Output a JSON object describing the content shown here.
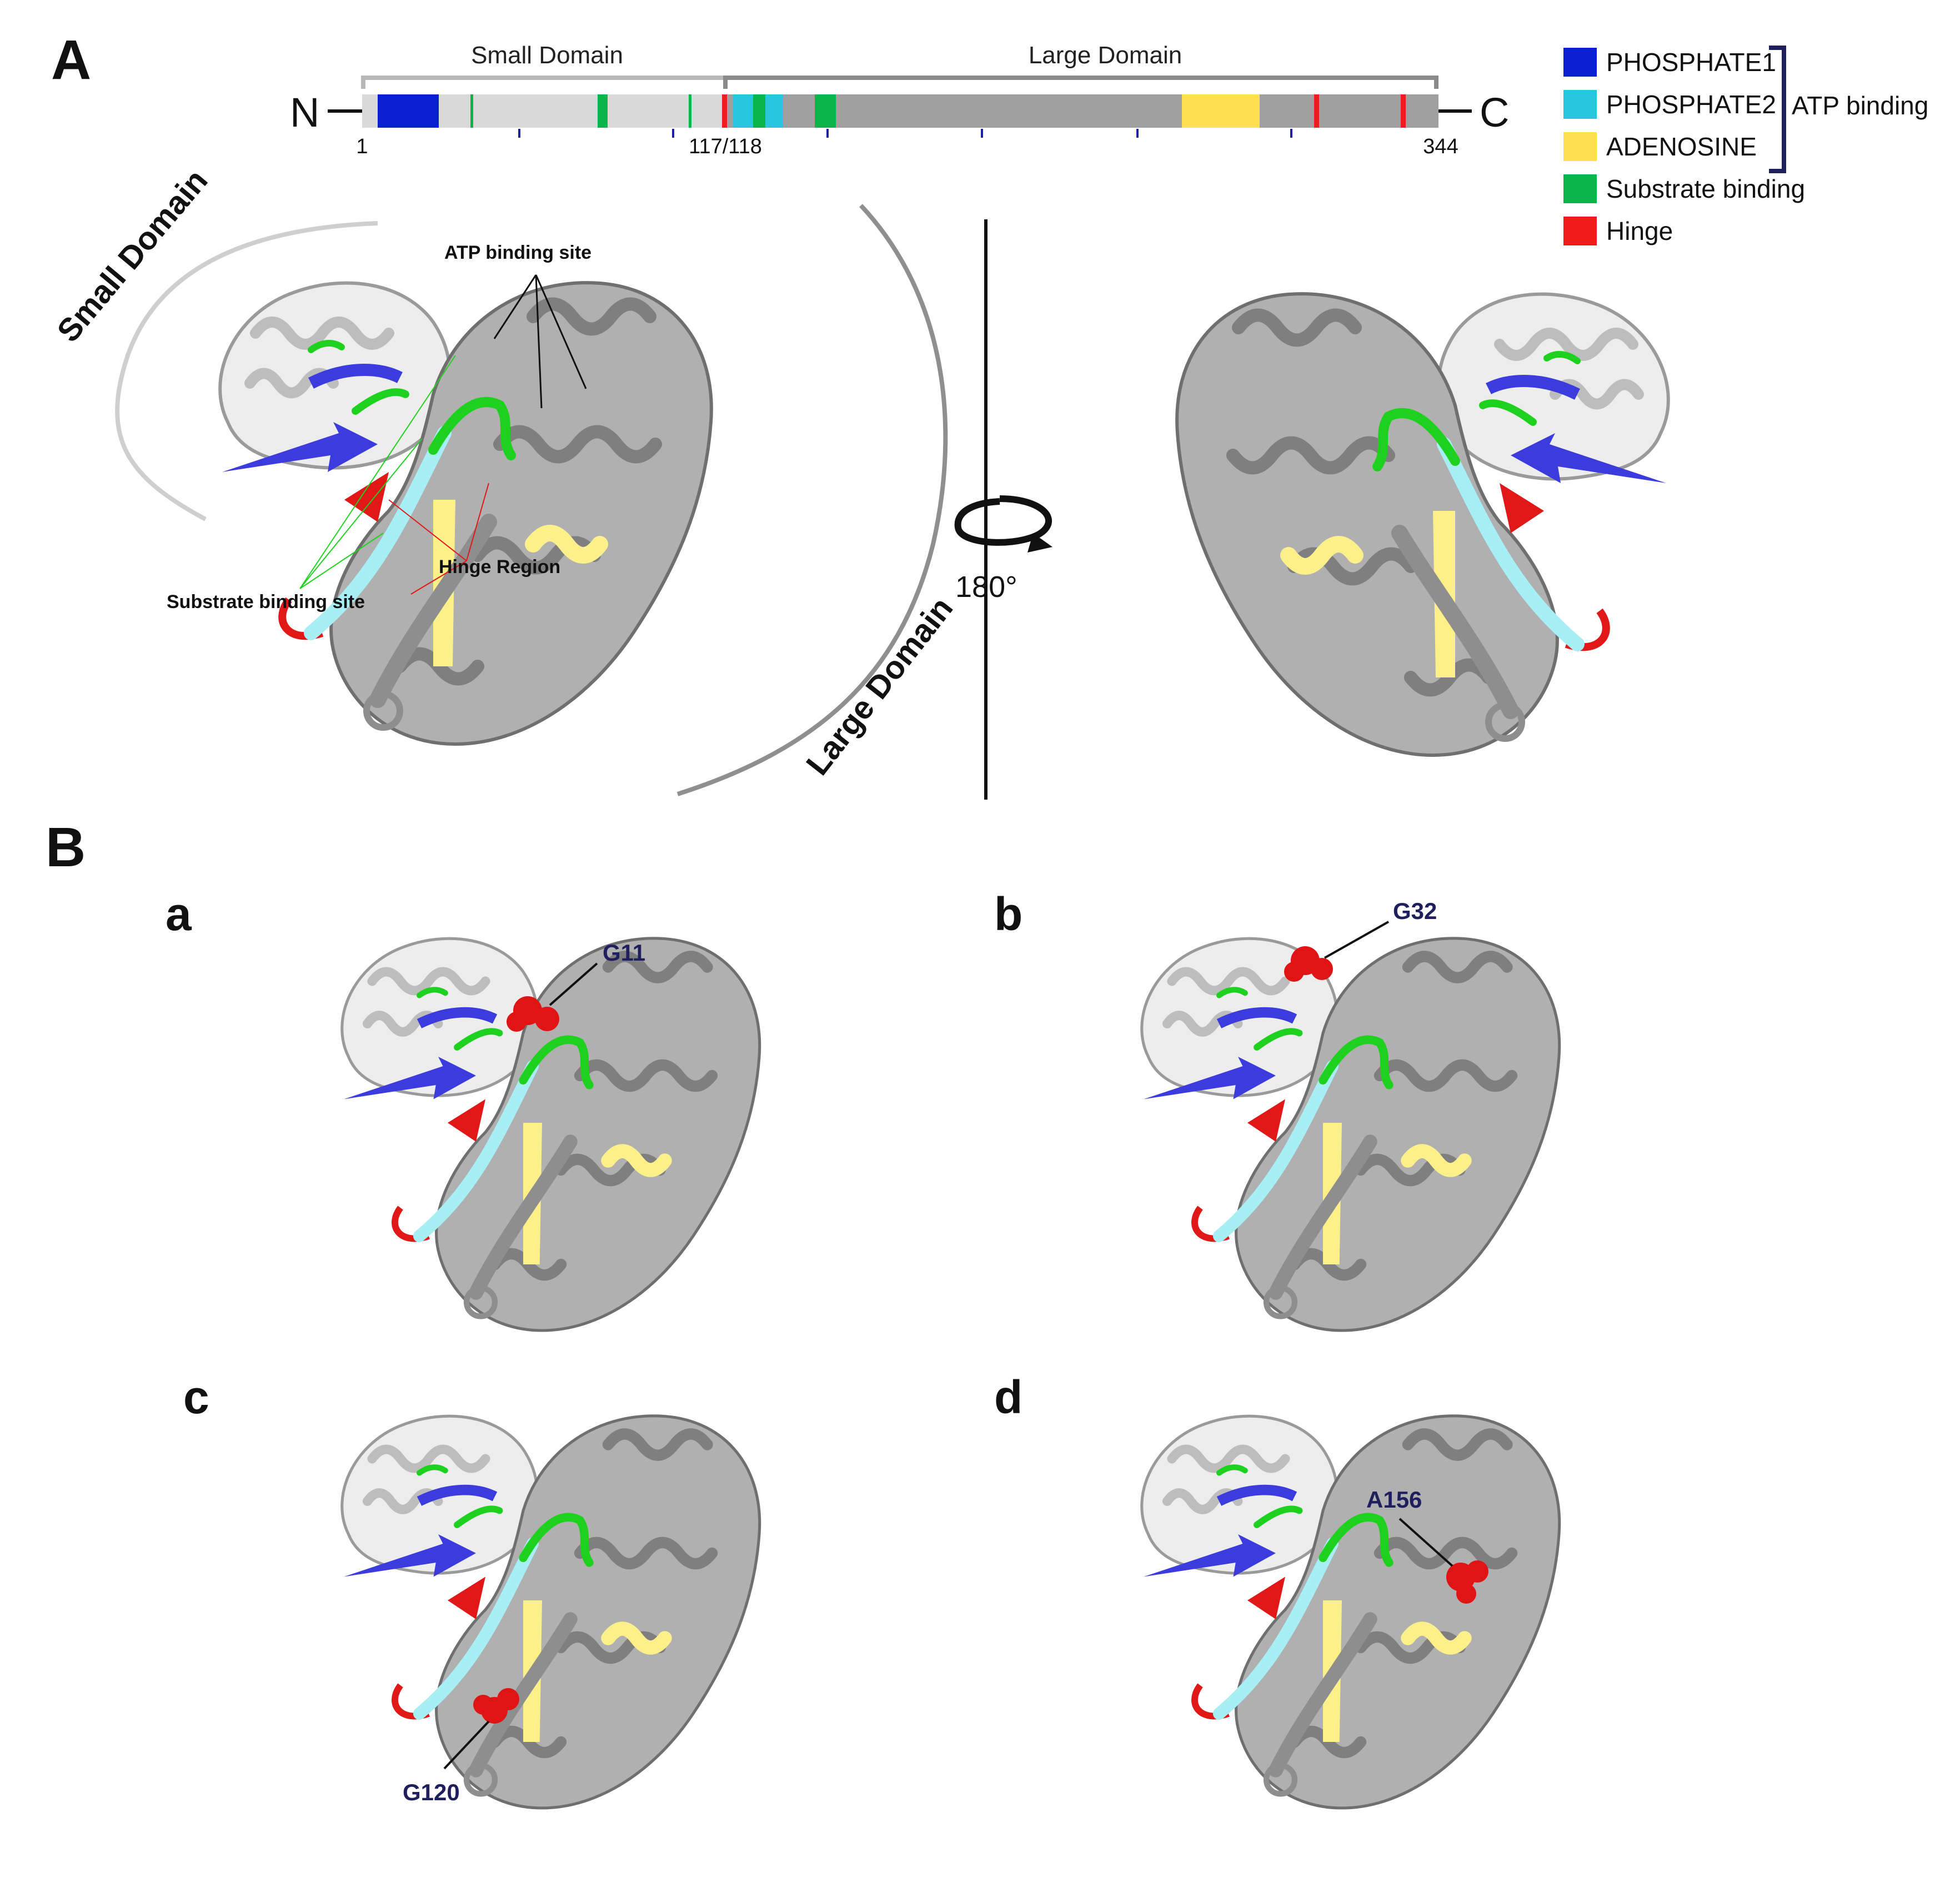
{
  "figure": {
    "panel_a_letter": "A",
    "panel_b_letter": "B",
    "domain_bar": {
      "small_domain_label": "Small Domain",
      "large_domain_label": "Large Domain",
      "n_terminus": "N",
      "c_terminus": "C",
      "tick_start": "1",
      "tick_boundary": "117/118",
      "tick_end": "344"
    },
    "legend": {
      "items": [
        {
          "label": "PHOSPHATE1",
          "color": "#0a1fd0"
        },
        {
          "label": "PHOSPHATE2",
          "color": "#29c6e0"
        },
        {
          "label": "ADENOSINE",
          "color": "#ffe051"
        },
        {
          "label": "Substrate binding",
          "color": "#0ab64c"
        },
        {
          "label": "Hinge",
          "color": "#ee1c1c"
        }
      ],
      "bracket_label": "ATP binding",
      "bracket_color": "#1f1f5e"
    },
    "structure": {
      "small_domain_label": "Small Domain",
      "large_domain_label": "Large Domain",
      "atp_site_label": "ATP binding site",
      "hinge_label": "Hinge Region",
      "substrate_site_label": "Substrate binding site",
      "rotation_label": "180°"
    },
    "mutants": [
      {
        "letter": "a",
        "residue": "G11"
      },
      {
        "letter": "b",
        "residue": "G32"
      },
      {
        "letter": "c",
        "residue": "G120"
      },
      {
        "letter": "d",
        "residue": "A156"
      }
    ],
    "colors": {
      "small_domain": "#f2f2f2",
      "large_domain": "#a3a3a3",
      "phosphate1": "#3b3bde",
      "phosphate2": "#a8eef5",
      "adenosine": "#fbf08a",
      "substrate": "#1fd11f",
      "hinge": "#e01818",
      "mutation_sphere": "#e01414"
    }
  }
}
